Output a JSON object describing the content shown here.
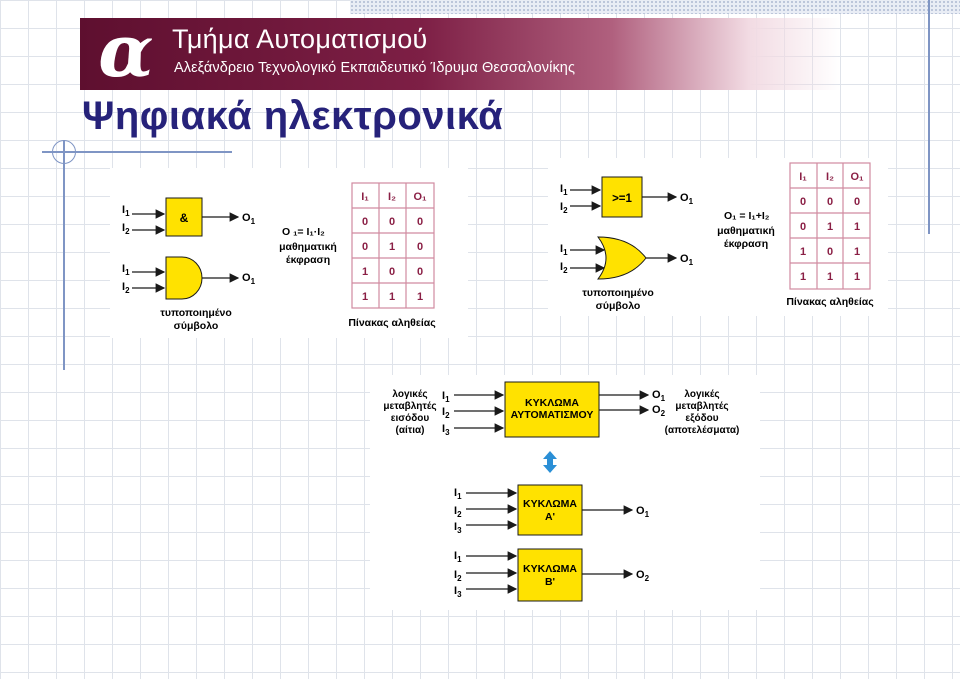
{
  "header": {
    "logo_letter": "α",
    "department": "Τμήμα Αυτοματισμού",
    "institution": "Αλεξάνδρειο Τεχνολογικό Εκπαιδευτικό Ίδρυμα Θεσσαλονίκης"
  },
  "title": "Ψηφιακά ηλεκτρονικά",
  "and_panel": {
    "inputs": [
      "I",
      "I"
    ],
    "input_subs": [
      "1",
      "2"
    ],
    "gate_symbol": "&",
    "output": "O",
    "output_sub": "1",
    "expression": "O ₁= I₁·I₂",
    "expression_caption": [
      "μαθηματική",
      "έκφραση"
    ],
    "symbol_caption": [
      "τυποποιημένο",
      "σύμβολο"
    ],
    "truth_headers": [
      "I₁",
      "I₂",
      "O₁"
    ],
    "truth_rows": [
      [
        "0",
        "0",
        "0"
      ],
      [
        "0",
        "1",
        "0"
      ],
      [
        "1",
        "0",
        "0"
      ],
      [
        "1",
        "1",
        "1"
      ]
    ],
    "truth_caption": "Πίνακας αληθείας"
  },
  "or_panel": {
    "inputs": [
      "I",
      "I"
    ],
    "input_subs": [
      "1",
      "2"
    ],
    "gate_symbol": ">=1",
    "output": "O",
    "output_sub": "1",
    "expression": "O₁ = I₁+I₂",
    "expression_caption": [
      "μαθηματική",
      "έκφραση"
    ],
    "symbol_caption": [
      "τυποποιημένο",
      "σύμβολο"
    ],
    "truth_headers": [
      "I₁",
      "I₂",
      "O₁"
    ],
    "truth_rows": [
      [
        "0",
        "0",
        "0"
      ],
      [
        "0",
        "1",
        "1"
      ],
      [
        "1",
        "0",
        "1"
      ],
      [
        "1",
        "1",
        "1"
      ]
    ],
    "truth_caption": "Πίνακας αληθείας"
  },
  "circuit_panel": {
    "input_caption": [
      "λογικές",
      "μεταβλητές",
      "εισόδου",
      "(αίτια)"
    ],
    "output_caption": [
      "λογικές",
      "μεταβλητές",
      "εξόδου",
      "(αποτελέσματα)"
    ],
    "inputs": [
      "I",
      "I",
      "I"
    ],
    "input_subs": [
      "1",
      "2",
      "3"
    ],
    "outputs": [
      "O",
      "O"
    ],
    "output_subs": [
      "1",
      "2"
    ],
    "main_box": [
      "ΚΥΚΛΩΜΑ",
      "ΑΥΤΟΜΑΤΙΣΜΟΥ"
    ],
    "box_a": [
      "ΚΥΚΛΩΜΑ",
      "Α'"
    ],
    "box_b": [
      "ΚΥΚΛΩΜΑ",
      "Β'"
    ]
  }
}
